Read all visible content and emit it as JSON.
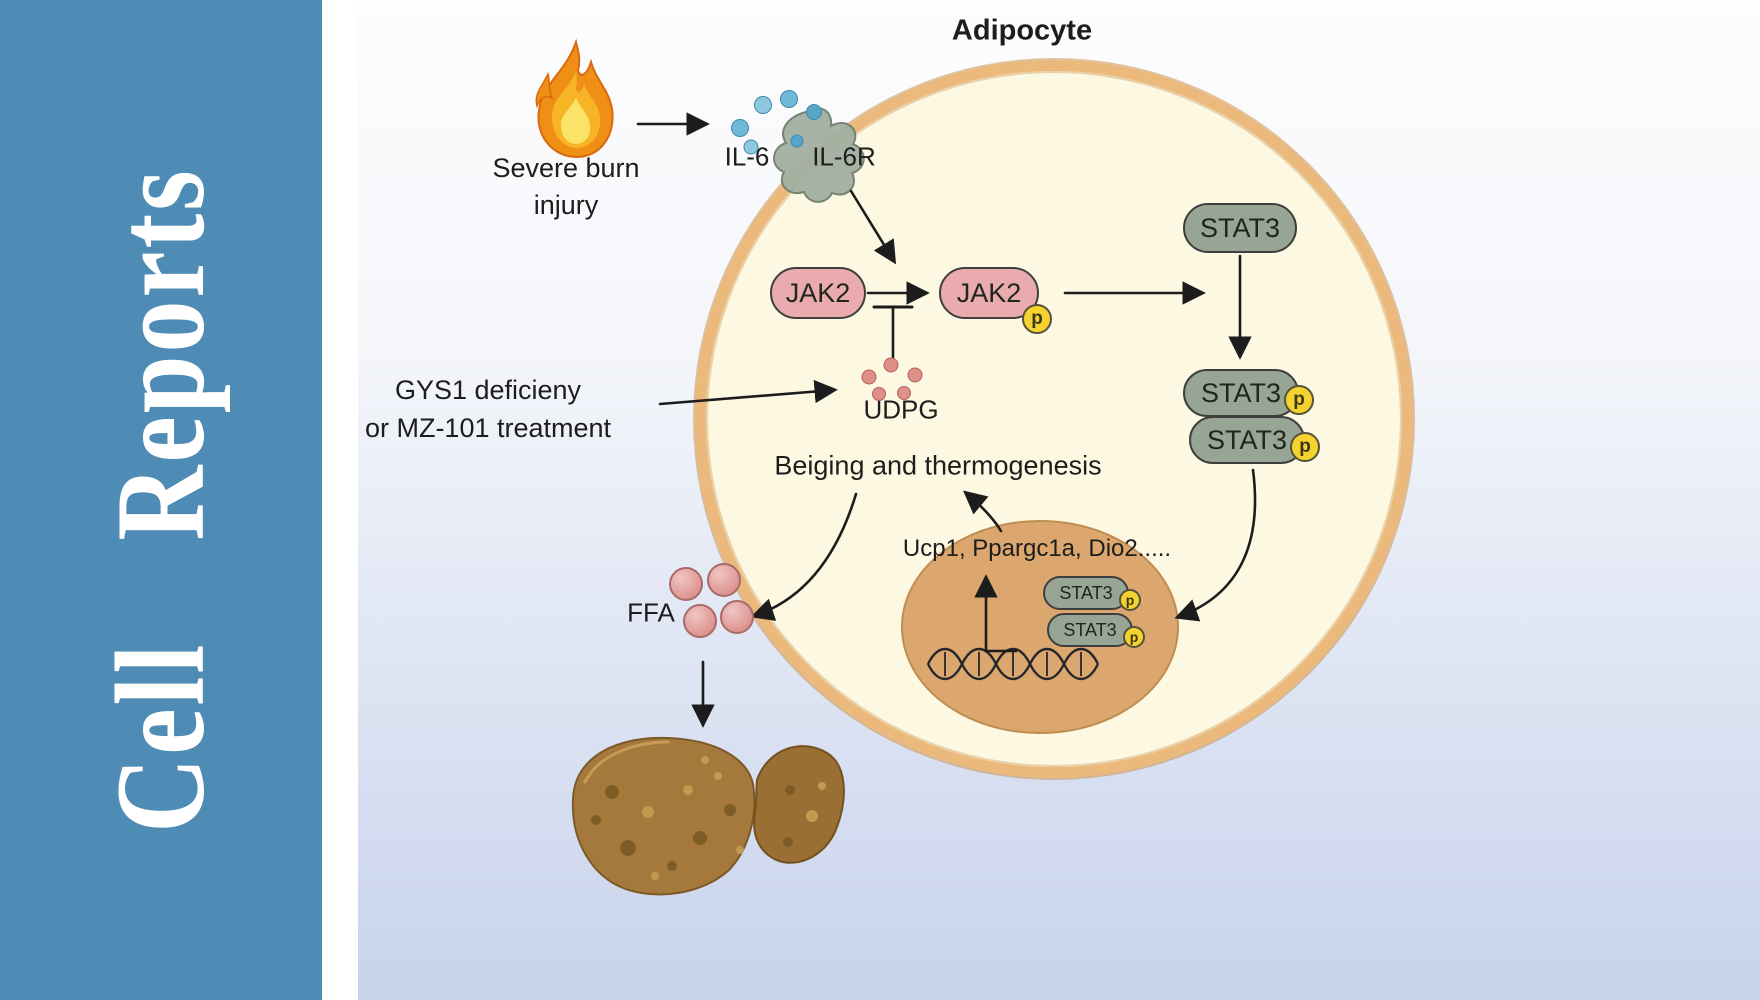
{
  "journal": {
    "name": "Cell Reports"
  },
  "labels": {
    "cell": "Adipocyte",
    "burn_line1": "Severe burn",
    "burn_line2": "injury",
    "il6": "IL-6",
    "il6r": "IL-6R",
    "jak2": "JAK2",
    "p": "p",
    "stat3": "STAT3",
    "gys1_line1": "GYS1 deficieny",
    "gys1_line2": "or MZ-101 treatment",
    "udpg": "UDPG",
    "beiging": "Beiging and thermogenesis",
    "genes": "Ucp1, Ppargc1a, Dio2.....",
    "ffa": "FFA"
  },
  "colors": {
    "sidebar": "#4f8cb5",
    "cell_fill": "#fdf8e2",
    "cell_membrane": "#ecb97c",
    "jak2_fill": "#e9abad",
    "stat3_fill": "#96a594",
    "p_fill": "#f4d22f",
    "nucleus_fill": "#dba76f",
    "nucleus_border": "#c08d50",
    "il6_dot": "#6fb9d8",
    "udpg_dot": "#dd8f88",
    "ffa_fill": "#df9b99",
    "liver_fill": "#a5793c",
    "arrow": "#1c1c1c"
  }
}
